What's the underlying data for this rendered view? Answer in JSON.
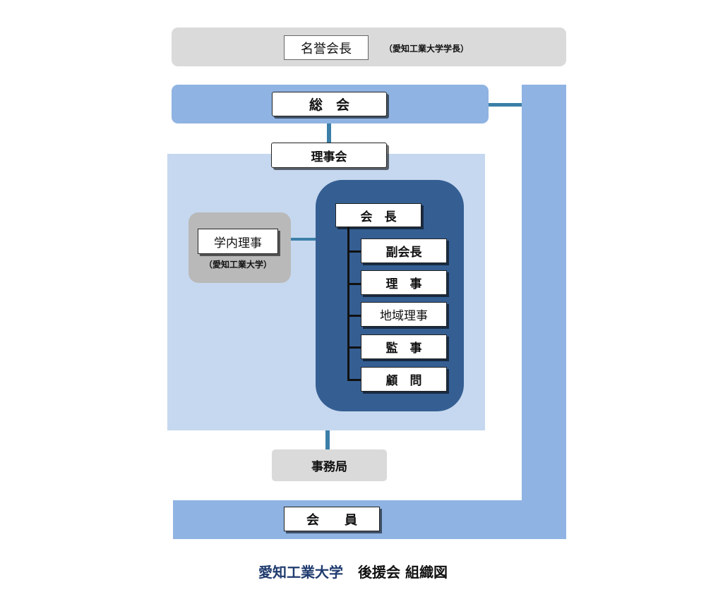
{
  "honorary": {
    "label": "名誉会長",
    "note": "（愛知工業大学学長）"
  },
  "general_assembly": {
    "label": "総　会"
  },
  "board": {
    "label": "理事会"
  },
  "university_director": {
    "label": "学内理事",
    "note": "（愛知工業大学）"
  },
  "executive": {
    "chair": "会　長",
    "roles": [
      "副会長",
      "理　事",
      "地域理事",
      "監　事",
      "顧　問"
    ]
  },
  "secretariat": {
    "label": "事務局"
  },
  "members": {
    "label": "会　　員"
  },
  "caption": {
    "org": "愛知工業大学",
    "title": "後援会 組織図"
  },
  "colors": {
    "band_blue": "#8fb3e2",
    "light_panel": "#c6d8ef",
    "dark_panel": "#355f93",
    "grey": "#dadada",
    "grey_dark": "#b9b9b9",
    "connector": "#3b7fa8",
    "caption_org": "#1f3b6e"
  }
}
